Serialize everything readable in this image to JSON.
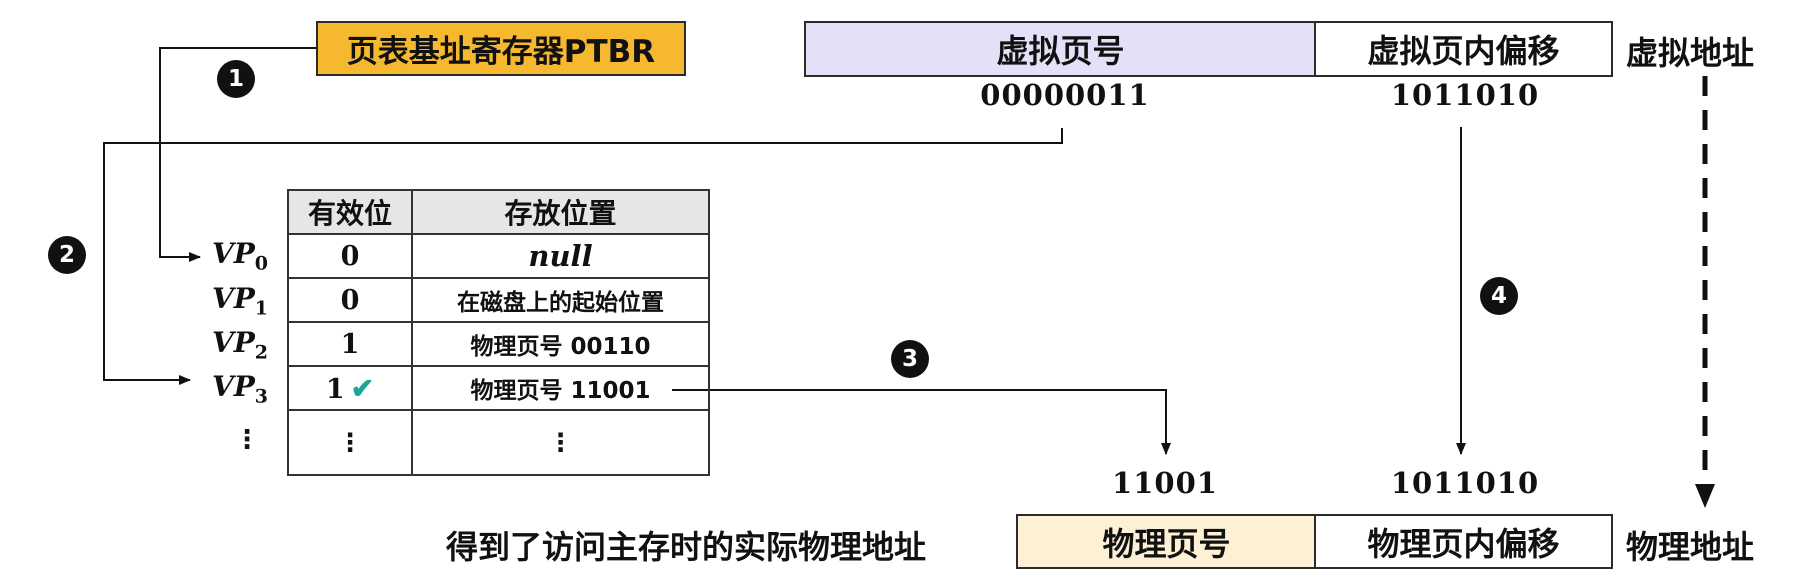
{
  "ptbr": {
    "label": "页表基址寄存器PTBR",
    "fill": "#f5b82e"
  },
  "virtual_address": {
    "page_number_label": "虚拟页号",
    "offset_label": "虚拟页内偏移",
    "side_label": "虚拟地址",
    "page_number_bits": "00000011",
    "offset_bits": "1011010",
    "page_number_fill": "#e3e1f8"
  },
  "page_table": {
    "headers": [
      "有效位",
      "存放位置"
    ],
    "rows": [
      {
        "vp": "VP",
        "sub": "0",
        "valid": "0",
        "location": "null"
      },
      {
        "vp": "VP",
        "sub": "1",
        "valid": "0",
        "location": "在磁盘上的起始位置"
      },
      {
        "vp": "VP",
        "sub": "2",
        "valid": "1",
        "location": "物理页号 00110"
      },
      {
        "vp": "VP",
        "sub": "3",
        "valid": "1",
        "location": "物理页号 11001",
        "checked": true
      }
    ],
    "ellipsis": "⋮",
    "check_color": "#1aa79a",
    "header_fill": "#e6e6e6"
  },
  "steps": [
    "1",
    "2",
    "3",
    "4"
  ],
  "physical_address": {
    "caption": "得到了访问主存时的实际物理地址",
    "page_number_label": "物理页号",
    "offset_label": "物理页内偏移",
    "side_label": "物理地址",
    "page_number_bits": "11001",
    "offset_bits": "1011010",
    "page_number_fill": "#fdf0d5"
  }
}
